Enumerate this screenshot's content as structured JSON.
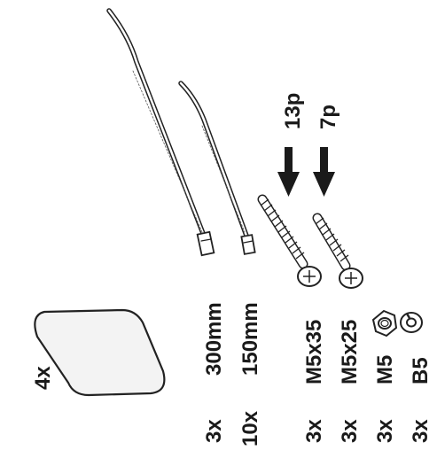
{
  "parts": {
    "pad": {
      "qty": "4x"
    },
    "tie_long": {
      "qty": "3x",
      "size": "300mm"
    },
    "tie_short": {
      "qty": "10x",
      "size": "150mm"
    },
    "screw_m5x35": {
      "qty": "3x",
      "size": "M5x35",
      "torque": "13p"
    },
    "screw_m5x25": {
      "qty": "3x",
      "size": "M5x25",
      "torque": "7p"
    },
    "nut": {
      "qty": "3x",
      "size": "M5"
    },
    "washer": {
      "qty": "3x",
      "size": "B5"
    }
  },
  "colors": {
    "ink": "#1a1a1a",
    "line": "#222222",
    "fill_light": "#f3f3f3"
  }
}
